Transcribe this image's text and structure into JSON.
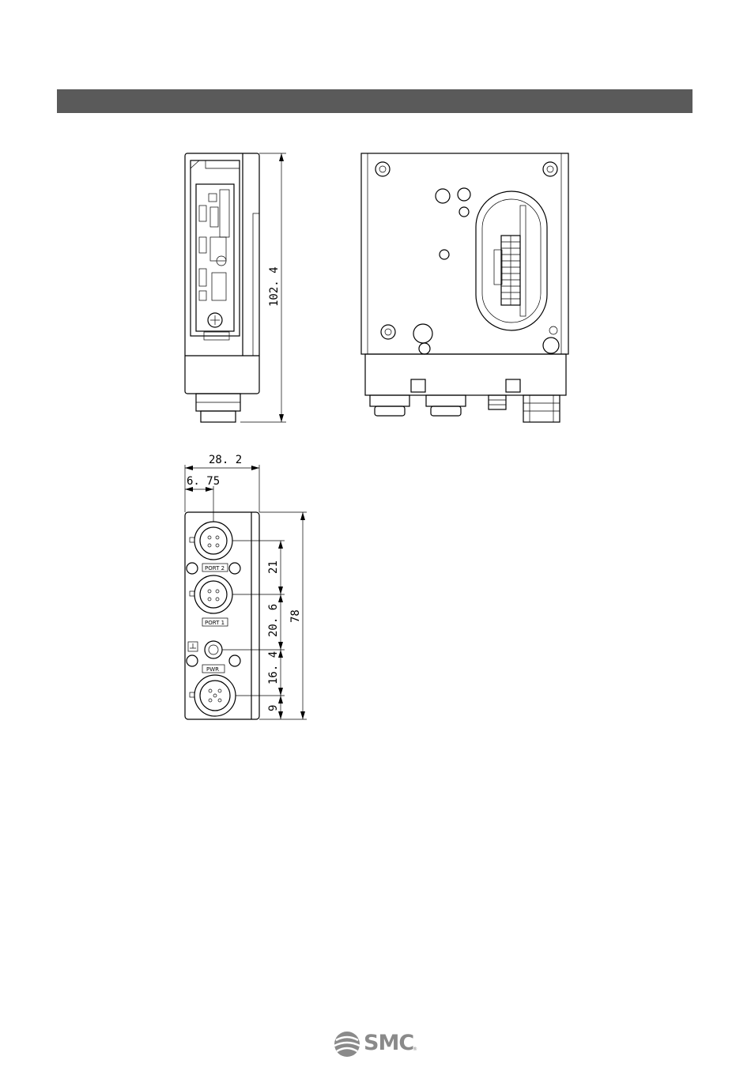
{
  "header": {
    "bar_color": "#5a5a5a"
  },
  "side_view": {
    "dim_height": "102. 4"
  },
  "bottom_view": {
    "dim_width": "28. 2",
    "dim_offset": "6. 75",
    "dim_total": "78",
    "dim_port2": "21",
    "dim_port1": "20. 6",
    "dim_fe": "16. 4",
    "dim_pwr": "9",
    "label_port2": "PORT 2",
    "label_port1": "PORT 1",
    "label_pwr": "PWR"
  },
  "footer": {
    "logo_text": "SMC",
    "logo_reg": "®",
    "logo_color": "#8a8a8a"
  }
}
